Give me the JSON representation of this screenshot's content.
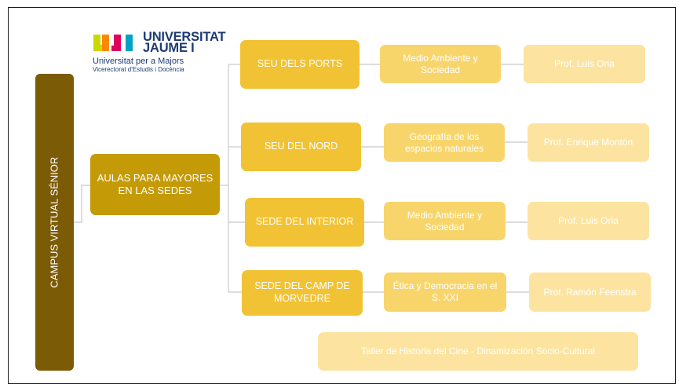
{
  "logo": {
    "university": "UNIVERSITAT",
    "university_line2": "JAUME I",
    "program": "Universitat per a Majors",
    "vicerectorat": "Vicerectorat d'Estudis i Docència",
    "colors": [
      "#c9d900",
      "#ff8800",
      "#e0005e",
      "#00a3c4"
    ]
  },
  "root": {
    "label": "CAMPUS VIRTUAL SÉNIOR"
  },
  "aulas": {
    "label": "AULAS PARA MAYORES EN LAS SEDES"
  },
  "sedes": [
    {
      "label": "SEU DELS PORTS",
      "course": "Medio Ambiente y Sociedad",
      "professor": "Prof. Luis Oria"
    },
    {
      "label": "SEU DEL NORD",
      "course": "Geografía de los espacios naturales",
      "professor": "Prof. Enrique Montón"
    },
    {
      "label": "SEDE DEL INTERIOR",
      "course": "Medio Ambiente y Sociedad",
      "professor": "Prof. Luis Oria"
    },
    {
      "label": "SEDE DEL CAMP DE MORVEDRE",
      "course": "Ética y Democracia en el S. XXI",
      "professor": "Prof. Ramón Feenstra"
    }
  ],
  "taller": {
    "label": "Taller de Historia del Cine - Dinamización Socio-Cultural"
  },
  "colors": {
    "root": "#7c5b06",
    "aulas": "#c49a06",
    "sede": "#f1c233",
    "course": "#f8d56b",
    "professor": "#fce4a0",
    "connector": "#c8c8c8"
  }
}
